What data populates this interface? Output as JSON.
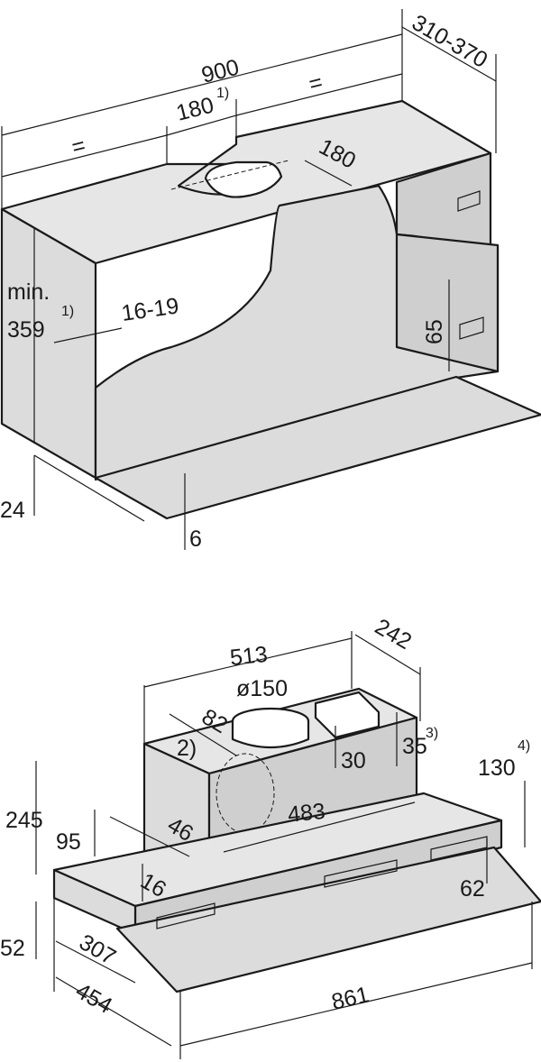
{
  "top_view": {
    "width": "900",
    "depth": "310-370",
    "cutout_offset": "180",
    "cutout_offset_note": "1)",
    "equal_left": "=",
    "equal_right": "=",
    "cutout_depth": "180",
    "min_label": "min.",
    "height": "359",
    "height_note": "1)",
    "panel_thickness": "16-19",
    "bracket_height": "65",
    "front_overhang": "24",
    "glass_thickness": "6"
  },
  "bottom_view": {
    "length_top": "513",
    "depth_top": "242",
    "duct_diameter": "ø150",
    "duct_offset": "82",
    "note_2": "2)",
    "module_height": "35",
    "module_height_note": "3)",
    "duct_height": "30",
    "right_height": "130",
    "right_height_note": "4)",
    "total_height": "245",
    "inner_length": "483",
    "left_height": "95",
    "side_offset": "46",
    "frame_height": "62",
    "lower_offset": "16",
    "base_height": "52",
    "front_depth": "307",
    "total_depth": "454",
    "total_length": "861"
  }
}
